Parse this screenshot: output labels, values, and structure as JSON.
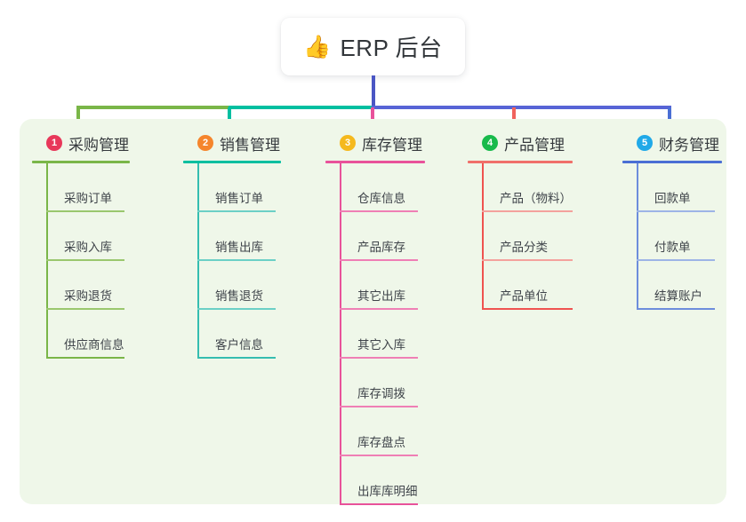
{
  "root": {
    "icon": "thumbs-up-icon",
    "emoji": "👍",
    "title": "ERP 后台"
  },
  "panel": {
    "background_color": "#eff7e9"
  },
  "connector_colors": {
    "trunk": "#4a56c4",
    "segment_green": "#7ab648",
    "segment_teal": "#00bfa0",
    "segment_blue": "#5764d6",
    "drop_1": "#7ab648",
    "drop_2": "#00bfa0",
    "drop_3": "#e8529a",
    "drop_4": "#f0625c",
    "drop_5": "#4a6fd4"
  },
  "columns": [
    {
      "index": "1",
      "title": "采购管理",
      "badge_color": "#e8385a",
      "rule_color": "#7ab648",
      "spine_color": "#7ab648",
      "leaf_rule_color": "#9ac76e",
      "items": [
        "采购订单",
        "采购入库",
        "采购退货",
        "供应商信息"
      ]
    },
    {
      "index": "2",
      "title": "销售管理",
      "badge_color": "#f5852c",
      "rule_color": "#00bfa0",
      "spine_color": "#35bdb0",
      "leaf_rule_color": "#6cd0c6",
      "items": [
        "销售订单",
        "销售出库",
        "销售退货",
        "客户信息"
      ]
    },
    {
      "index": "3",
      "title": "库存管理",
      "badge_color": "#f5b91e",
      "rule_color": "#e8529a",
      "spine_color": "#e8529a",
      "leaf_rule_color": "#ef7fb5",
      "items": [
        "仓库信息",
        "产品库存",
        "其它出库",
        "其它入库",
        "库存调拨",
        "库存盘点",
        "出库库明细"
      ]
    },
    {
      "index": "4",
      "title": "产品管理",
      "badge_color": "#18ba4b",
      "rule_color": "#f0706a",
      "spine_color": "#ef5350",
      "leaf_rule_color": "#f4a29d",
      "items": [
        "产品（物料）",
        "产品分类",
        "产品单位"
      ]
    },
    {
      "index": "5",
      "title": "财务管理",
      "badge_color": "#20a9e8",
      "rule_color": "#4a6fd4",
      "spine_color": "#6d8ddc",
      "leaf_rule_color": "#9db4e6",
      "items": [
        "回款单",
        "付款单",
        "结算账户"
      ]
    }
  ]
}
